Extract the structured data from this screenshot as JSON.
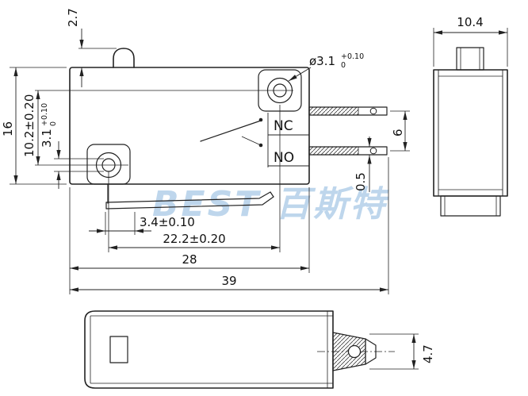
{
  "watermark": {
    "text": "BEST 百斯特",
    "color": "#aecde8"
  },
  "front_view": {
    "labels": {
      "nc": "NC",
      "no": "NO"
    },
    "dims": {
      "button_height": "2.7",
      "body_height": "16",
      "hole_spacing_v": "10.2±0.20",
      "hole_dia_left": "3.1",
      "hole_dia_left_tol_upper": "+0.10",
      "hole_dia_left_tol_lower": "0",
      "hole_dia_callout": "ø3.1",
      "hole_dia_callout_tol_upper": "+0.10",
      "hole_dia_callout_tol_lower": "0",
      "terminal_spacing": "6",
      "terminal_thickness": "0.5",
      "lever_offset": "3.4±0.10",
      "hole_spacing_h": "22.2±0.20",
      "body_width": "28",
      "overall_width": "39"
    }
  },
  "side_view": {
    "dims": {
      "body_depth": "10.4"
    }
  },
  "bottom_view": {
    "dims": {
      "terminal_width": "4.7"
    }
  }
}
